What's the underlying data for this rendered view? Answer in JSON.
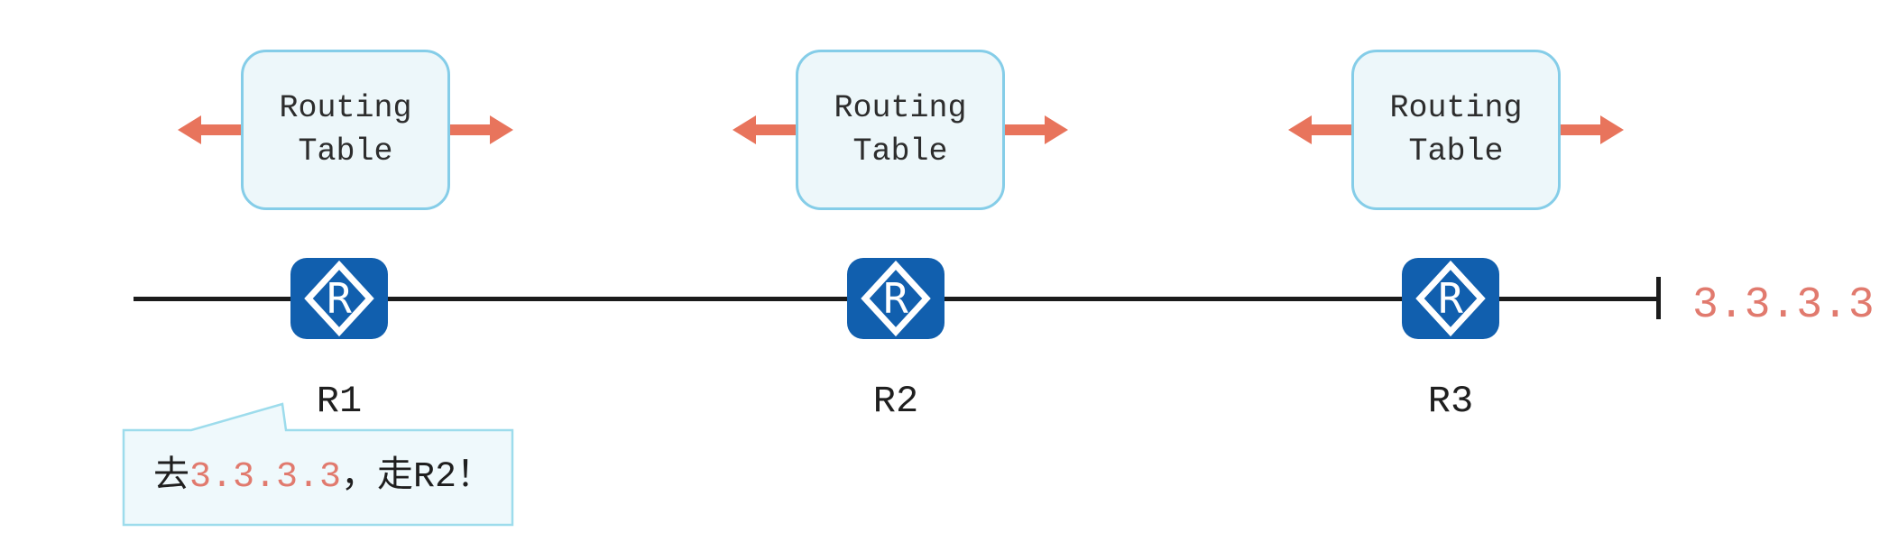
{
  "colors": {
    "line": "#1b1b1b",
    "arrow": "#e8745c",
    "router_blue": "#115fae",
    "box_fill": "#edf7fa",
    "box_border": "#85cde8",
    "bubble_fill": "#eff9fc",
    "bubble_border": "#9ddcec",
    "ip_text": "#e17a6e"
  },
  "routers": [
    {
      "name": "R1",
      "table_label": "Routing Table"
    },
    {
      "name": "R2",
      "table_label": "Routing Table"
    },
    {
      "name": "R3",
      "table_label": "Routing Table"
    }
  ],
  "icons": {
    "router_letter": "R"
  },
  "link": {
    "endpoint_ip": "3.3.3.3"
  },
  "callout": {
    "prefix": "去",
    "ip": "3.3.3.3",
    "suffix": "，走R2！"
  }
}
